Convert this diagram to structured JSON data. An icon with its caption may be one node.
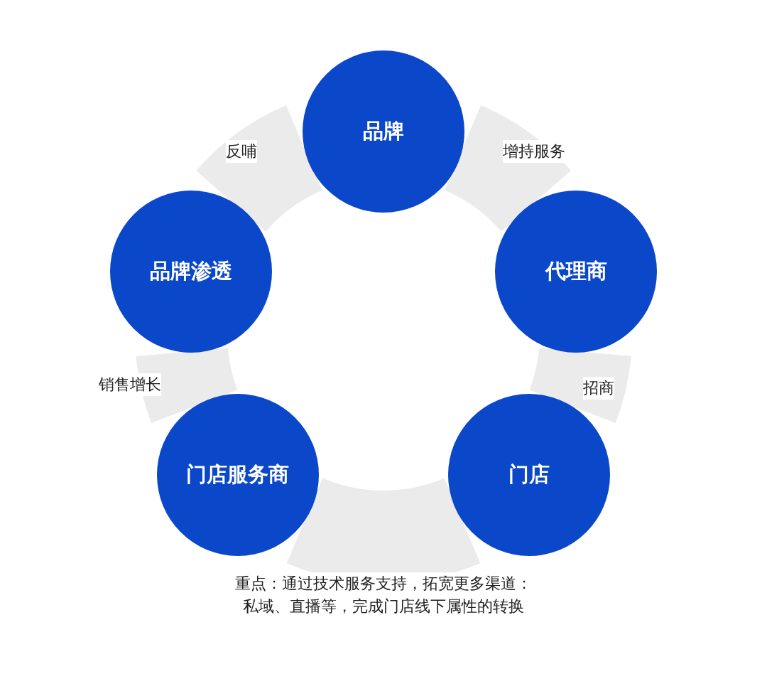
{
  "diagram": {
    "nodes": [
      {
        "text": [
          "品牌"
        ]
      },
      {
        "text": [
          "代理商"
        ]
      },
      {
        "text": [
          "门店"
        ]
      },
      {
        "text": [
          "门店服务商"
        ]
      },
      {
        "text": [
          "品牌渗透"
        ]
      }
    ],
    "edges": [
      {
        "from": 0,
        "to": 1,
        "arrow": "none",
        "label": "增持服务"
      },
      {
        "from": 1,
        "to": 2,
        "arrow": "none",
        "label": "招商"
      },
      {
        "from": 2,
        "to": 3,
        "arrow": "none",
        "label": "重点：通过技术服务支持，拓宽更多渠道：私域、直播等，完成门店线下属性的转换"
      },
      {
        "from": 3,
        "to": 4,
        "arrow": "none",
        "label": "销售增长"
      },
      {
        "from": 4,
        "to": 0,
        "arrow": "none",
        "label": "反哺"
      }
    ]
  }
}
